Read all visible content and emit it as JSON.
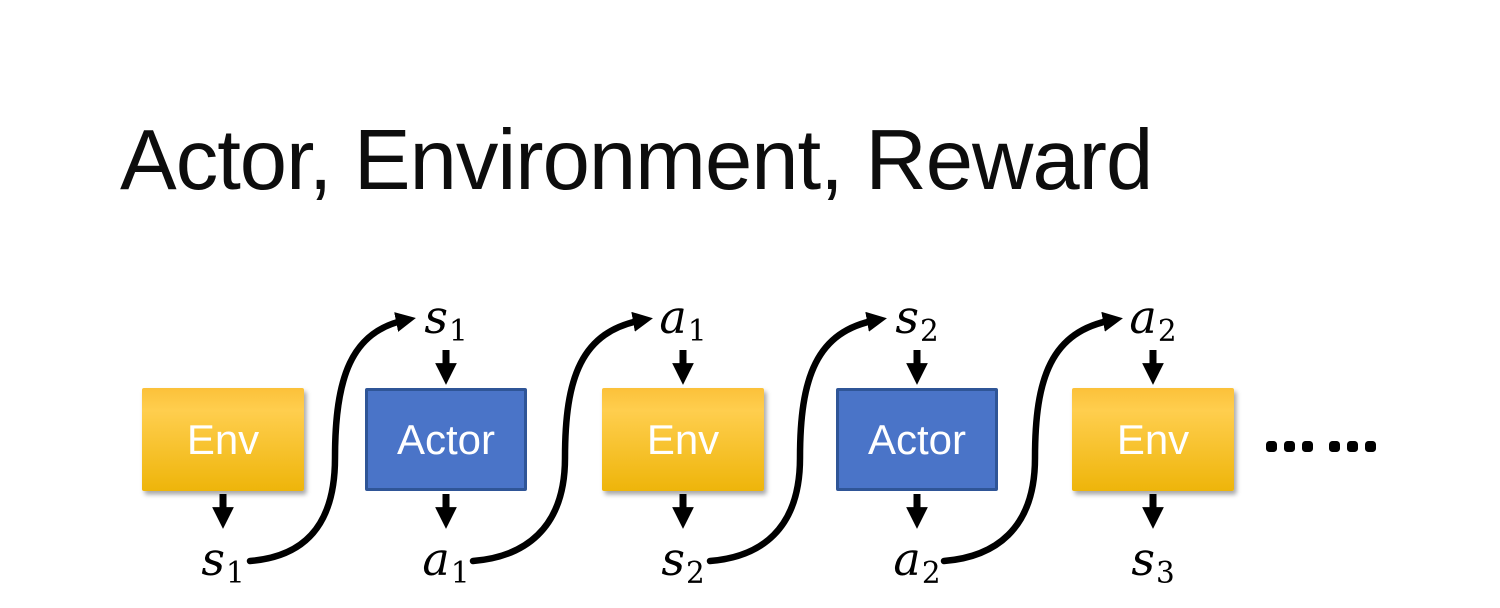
{
  "title": "Actor, Environment, Reward",
  "diagram": {
    "boxes": [
      {
        "label": "Env",
        "kind": "env"
      },
      {
        "label": "Actor",
        "kind": "actor"
      },
      {
        "label": "Env",
        "kind": "env"
      },
      {
        "label": "Actor",
        "kind": "actor"
      },
      {
        "label": "Env",
        "kind": "env"
      }
    ],
    "top_labels": [
      {
        "base": "s",
        "sub": "1"
      },
      {
        "base": "a",
        "sub": "1"
      },
      {
        "base": "s",
        "sub": "2"
      },
      {
        "base": "a",
        "sub": "2"
      }
    ],
    "bottom_labels": [
      {
        "base": "s",
        "sub": "1"
      },
      {
        "base": "a",
        "sub": "1"
      },
      {
        "base": "s",
        "sub": "2"
      },
      {
        "base": "a",
        "sub": "2"
      },
      {
        "base": "s",
        "sub": "3"
      }
    ],
    "ellipsis_dots": 6,
    "colors": {
      "background": "#FFFFFF",
      "title": "#0D0D0D",
      "env_top": "#FBC13A",
      "env_mid": "#FFCE4E",
      "env_bottom": "#EEB50A",
      "actor_fill": "#4A74C8",
      "actor_border": "#2F5597",
      "box_text": "#FFFFFF",
      "arrow": "#000000"
    }
  }
}
